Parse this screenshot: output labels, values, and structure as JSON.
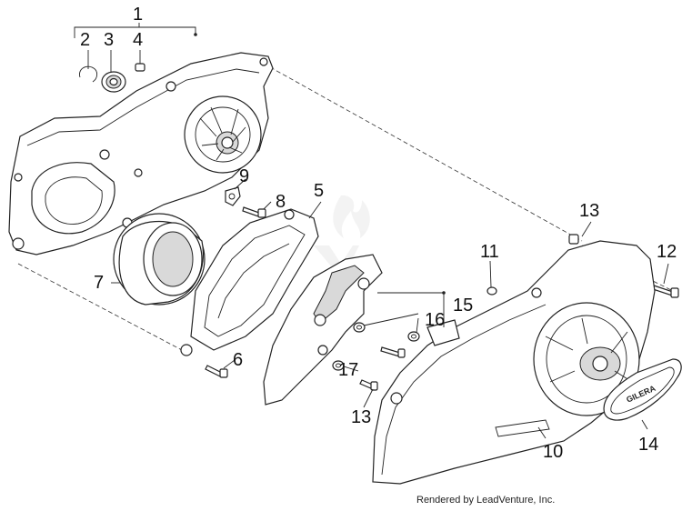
{
  "callouts": {
    "c1": "1",
    "c2": "2",
    "c3": "3",
    "c4": "4",
    "c5": "5",
    "c6": "6",
    "c7": "7",
    "c8": "8",
    "c9": "9",
    "c10": "10",
    "c11": "11",
    "c12": "12",
    "c13a": "13",
    "c13b": "13",
    "c14": "14",
    "c15": "15",
    "c16": "16",
    "c17": "17"
  },
  "badge_text": "GILERA",
  "credit": "Rendered by LeadVenture, Inc."
}
